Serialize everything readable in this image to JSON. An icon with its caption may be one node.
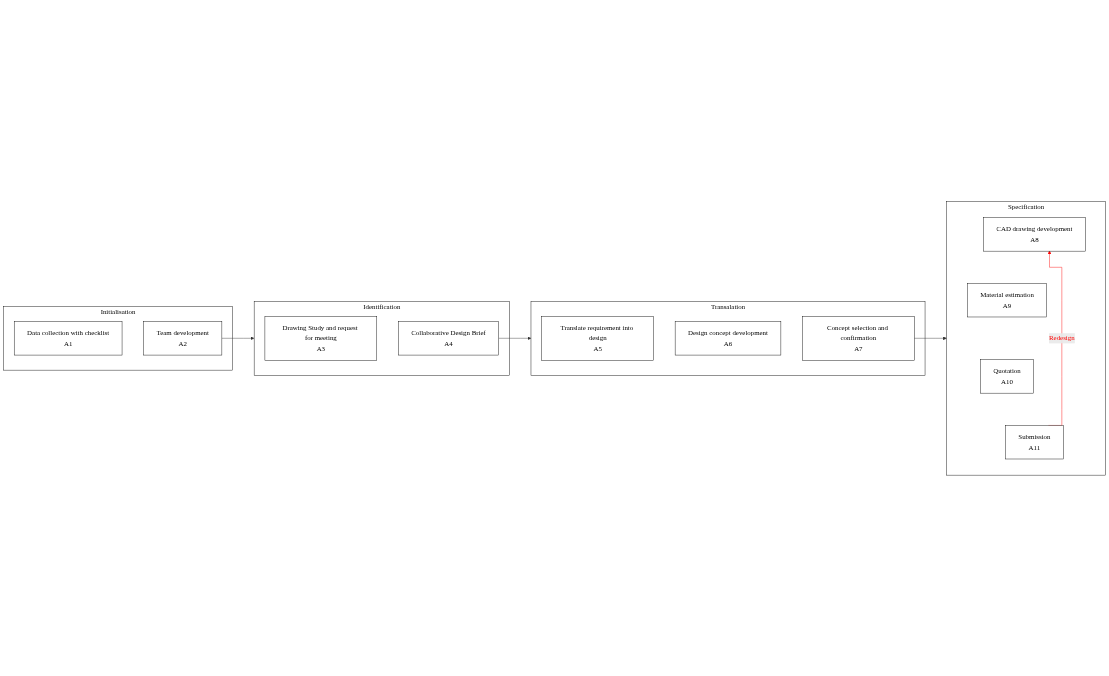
{
  "diagram": {
    "nodes": [
      {
        "text": [
          "Initialisation"
        ]
      },
      {
        "text": [
          "Data collection with checklist",
          "A1"
        ],
        "in": 0
      },
      {
        "text": [
          "Team development",
          "A2"
        ],
        "in": 0
      },
      {
        "text": [
          "Identification"
        ]
      },
      {
        "text": [
          "Drawing Study and request for meeting",
          "A3"
        ],
        "in": 3
      },
      {
        "text": [
          "Collaborative Design Brief",
          "A4"
        ],
        "in": 3
      },
      {
        "text": [
          "Transalation"
        ]
      },
      {
        "text": [
          "Translate requirement into design",
          "A5"
        ],
        "in": 6
      },
      {
        "text": [
          "Design concept development",
          "A6"
        ],
        "in": 6
      },
      {
        "text": [
          "Concept selection and confirmation",
          "A7"
        ],
        "in": 6
      },
      {
        "text": [
          "Specification"
        ]
      },
      {
        "text": [
          "CAD drawing development",
          "A8"
        ],
        "in": 10
      },
      {
        "text": [
          "Material estimation",
          "A9"
        ],
        "in": 10
      },
      {
        "text": [
          "Quotation",
          "A10"
        ],
        "in": 10
      },
      {
        "text": [
          "Submission",
          "A11"
        ],
        "in": 10
      }
    ],
    "edges": [
      {
        "from": 2,
        "to": 3,
        "arrow": "to"
      },
      {
        "from": 5,
        "to": 6,
        "arrow": "to"
      },
      {
        "from": 9,
        "to": 10,
        "arrow": "to"
      },
      {
        "from": 14,
        "to": 11,
        "arrow": "to",
        "label": "Redesign",
        "color": "#ff0000"
      }
    ]
  }
}
